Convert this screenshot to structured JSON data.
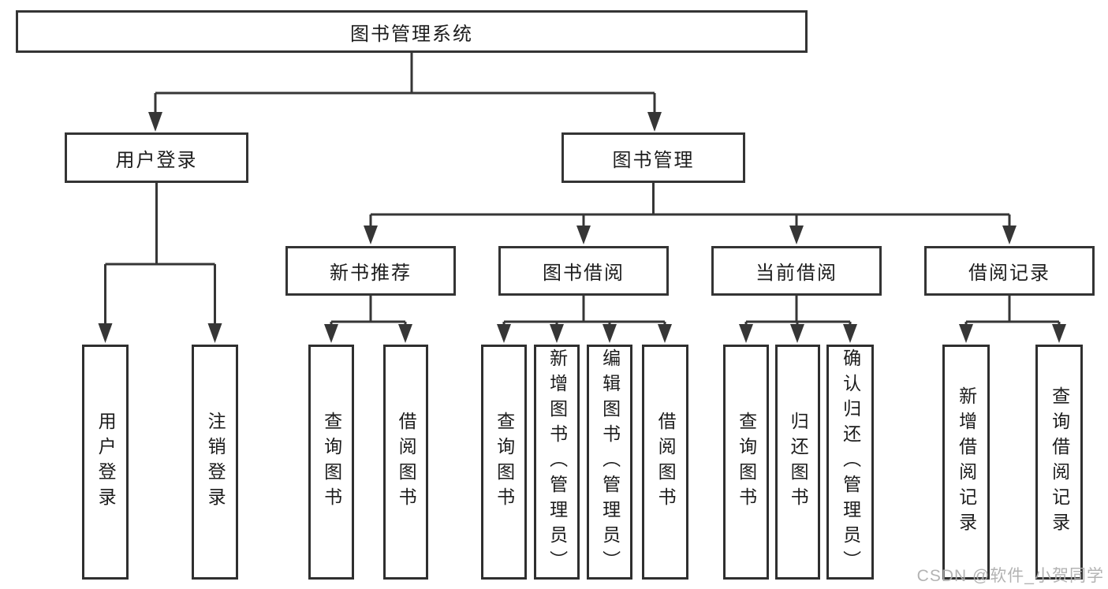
{
  "watermark": {
    "text": "CSDN @软件_小贺同学"
  },
  "colors": {
    "line": "#363636",
    "box_border": "#343434",
    "text": "#1c1c1c",
    "watermark_gray": "#afafaf",
    "background": "#ffffff"
  },
  "tree": {
    "root": {
      "label": "图书管理系统"
    },
    "children": [
      {
        "label": "用户登录",
        "children": [
          {
            "label": "用户登录"
          },
          {
            "label": "注销登录"
          }
        ]
      },
      {
        "label": "图书管理",
        "children": [
          {
            "label": "新书推荐",
            "children": [
              {
                "label": "查询图书"
              },
              {
                "label": "借阅图书"
              }
            ]
          },
          {
            "label": "图书借阅",
            "children": [
              {
                "label": "查询图书"
              },
              {
                "label": "新增图书（管理员）"
              },
              {
                "label": "编辑图书（管理员）"
              },
              {
                "label": "借阅图书"
              }
            ]
          },
          {
            "label": "当前借阅",
            "children": [
              {
                "label": "查询图书"
              },
              {
                "label": "归还图书"
              },
              {
                "label": "确认归还（管理员）"
              }
            ]
          },
          {
            "label": "借阅记录",
            "children": [
              {
                "label": "新增借阅记录"
              },
              {
                "label": "查询借阅记录"
              }
            ]
          }
        ]
      }
    ]
  }
}
